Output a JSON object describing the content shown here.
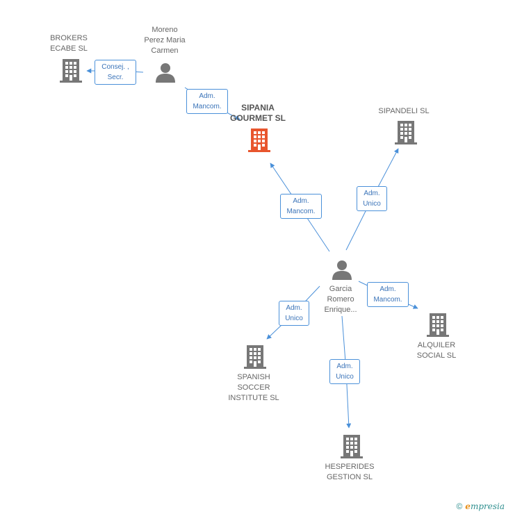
{
  "nodes": {
    "sipania": {
      "label_lines": [
        "SIPANIA",
        "GOURMET SL"
      ],
      "icon": "building-icon",
      "color": "#e8552d"
    },
    "brokers": {
      "label_lines": [
        "BROKERS",
        "ECABE SL"
      ],
      "icon": "building-icon"
    },
    "moreno": {
      "label_lines": [
        "Moreno",
        "Perez Maria",
        "Carmen"
      ],
      "icon": "person-icon"
    },
    "sipandeli": {
      "label_lines": [
        "SIPANDELI SL"
      ],
      "icon": "building-icon"
    },
    "garcia": {
      "label_lines": [
        "Garcia",
        "Romero",
        "Enrique..."
      ],
      "icon": "person-icon"
    },
    "alquiler": {
      "label_lines": [
        "ALQUILER",
        "SOCIAL SL"
      ],
      "icon": "building-icon"
    },
    "spanish": {
      "label_lines": [
        "SPANISH",
        "SOCCER",
        "INSTITUTE SL"
      ],
      "icon": "building-icon"
    },
    "hesperides": {
      "label_lines": [
        "HESPERIDES",
        "GESTION SL"
      ],
      "icon": "building-icon"
    }
  },
  "edges": {
    "moreno_brokers": {
      "lines": [
        "Consej. ,",
        "Secr."
      ]
    },
    "moreno_sipania": {
      "lines": [
        "Adm.",
        "Mancom."
      ]
    },
    "garcia_sipania": {
      "lines": [
        "Adm.",
        "Mancom."
      ]
    },
    "garcia_sipandeli": {
      "lines": [
        "Adm.",
        "Unico"
      ]
    },
    "garcia_alquiler": {
      "lines": [
        "Adm.",
        "Mancom."
      ]
    },
    "garcia_spanish": {
      "lines": [
        "Adm.",
        "Unico"
      ]
    },
    "garcia_hesperides": {
      "lines": [
        "Adm.",
        "Unico"
      ]
    }
  },
  "colors": {
    "edge": "#4a90d9",
    "icon": "#777777",
    "main_icon": "#e8552d"
  },
  "footer": {
    "copyright_symbol": "©",
    "brand_initial": "e",
    "brand_rest": "mpresia"
  }
}
